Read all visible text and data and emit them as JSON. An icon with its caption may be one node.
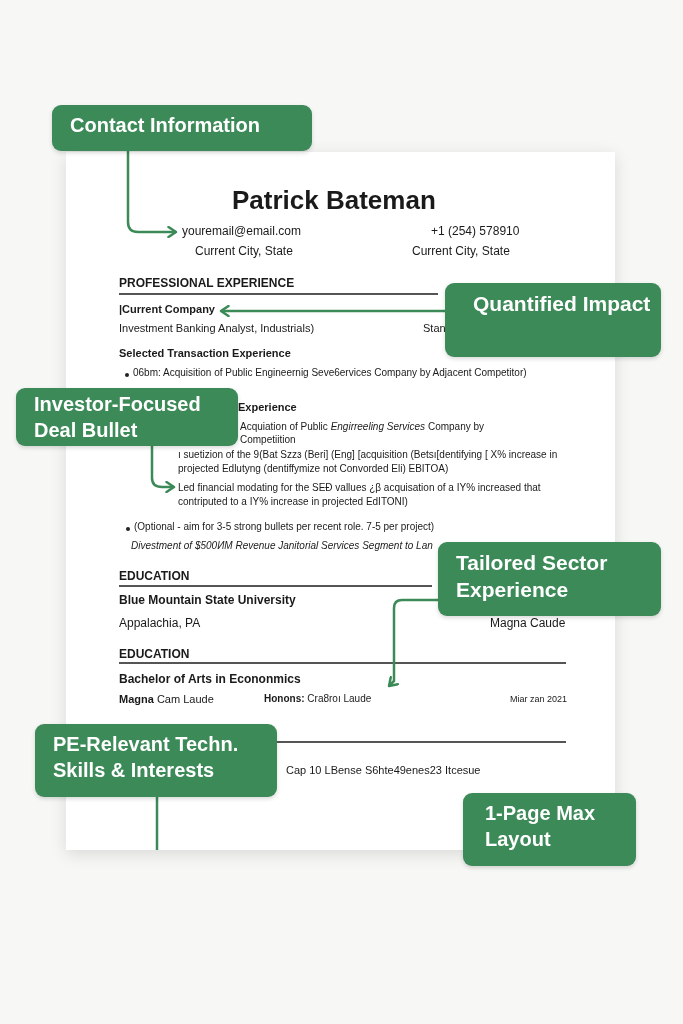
{
  "diagram": {
    "nodes": [
      {
        "text": [
          "Contact Information"
        ]
      },
      {
        "text": [
          "youremail@email.com"
        ]
      },
      {
        "text": [
          "Quantified Impact"
        ]
      },
      {
        "text": [
          "|Current Company"
        ]
      },
      {
        "text": [
          "Investor-Focused Deal Bullet"
        ]
      },
      {
        "text": [
          "Led financial modating for the SEĐ vallues ¿β acquisation of a IY% increased that contriputed to a IY% increase in projected EdITONI)"
        ]
      },
      {
        "text": [
          "Tailored Sector Experience"
        ]
      },
      {
        "text": [
          "Bachelor of Arts in Econonmics"
        ]
      },
      {
        "text": [
          "PE-Relevant Techn. Skills & Interests"
        ]
      },
      {
        "text": [
          "1-Page Max Layout"
        ]
      }
    ],
    "edges": [
      {
        "from": 0,
        "to": 1,
        "arrow": "to"
      },
      {
        "from": 2,
        "to": 3,
        "arrow": "to"
      },
      {
        "from": 4,
        "to": 5,
        "arrow": "to"
      },
      {
        "from": 6,
        "to": 7,
        "arrow": "to"
      },
      {
        "from": 8,
        "to": null,
        "arrow": "none"
      }
    ],
    "labels": [
      "Patrick Bateman",
      "+1 (254) 578910",
      "Current City, State",
      "Current City, State",
      "PROFESSIONAL EXPERIENCE",
      "Investment Banking Analyst, Industrials)",
      "Stan",
      "Selected Transaction Experience",
      "06bm: Acquisition of Public Engineernig Seve6ervices Company by Adjacent Competitor)",
      "Experience",
      "Acquiation of Public *Engirreeling Services* Company by",
      "Competiition",
      "ı suetizion of the 9(Bat Szzɜ (Beri] (Eng] [acquisition (Betsı[dentifying [ X% increase in projected Edlutyng (dentiffymize not Convorded Eli) EBITOA)",
      "(Optional - aim for 3-5 strong bullets per recent role. 7-5 per project)",
      "Divestment of $500ИM Revenue Janitorial Services Segment to Lan",
      "EDUCATION",
      "Blue Mountain State University",
      "Appalachia, PA",
      "Magna Caude",
      "EDUCATION",
      "**Magna** Cam Laude",
      "**Honons:** Cra8roı Laude",
      "Miar zan 2021",
      "Cap 10 LBense S6hte49enes23 Itcesue"
    ]
  }
}
